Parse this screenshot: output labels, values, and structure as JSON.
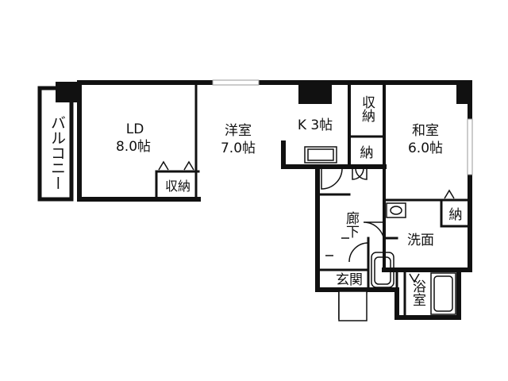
{
  "rooms": {
    "balcony": "バルコニー",
    "ld_name": "LD",
    "ld_size": "8.0帖",
    "yoshitsu_name": "洋室",
    "yoshitsu_size": "7.0帖",
    "kitchen": "K 3帖",
    "washitsu_name": "和室",
    "washitsu_size": "6.0帖",
    "closet_ld": "収納",
    "closet_upper": "収納",
    "closet_small": "納",
    "closet_washitsu": "納",
    "hallway": "廊下",
    "entrance": "玄関",
    "washroom": "洗面",
    "bathroom": "浴室"
  }
}
